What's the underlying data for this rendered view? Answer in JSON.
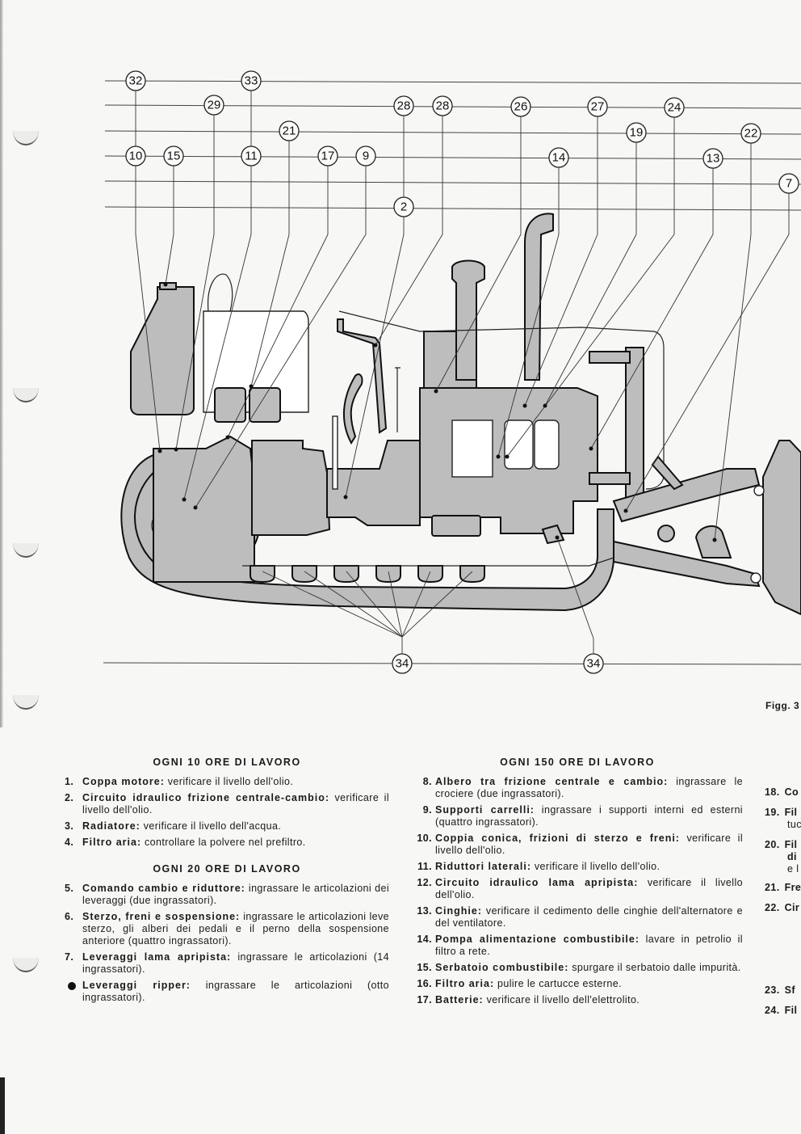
{
  "figure": {
    "label": "Figg. 3",
    "callouts": {
      "c32": "32",
      "c33": "33",
      "c29": "29",
      "c28a": "28",
      "c28b": "28",
      "c26": "26",
      "c27": "27",
      "c24": "24",
      "c21": "21",
      "c19": "19",
      "c22": "22",
      "c10": "10",
      "c15": "15",
      "c11": "11",
      "c17": "17",
      "c9": "9",
      "c14": "14",
      "c13": "13",
      "c7": "7",
      "c2": "2",
      "c34a": "34",
      "c34b": "34"
    }
  },
  "sections": {
    "h10": {
      "title": "OGNI 10 ORE DI LAVORO",
      "items": [
        {
          "num": "1.",
          "term": "Coppa motore:",
          "text": " verificare il livello dell'olio."
        },
        {
          "num": "2.",
          "term": "Circuito idraulico frizione centrale-cambio:",
          "text": " verificare il livello dell'olio."
        },
        {
          "num": "3.",
          "term": "Radiatore:",
          "text": " verificare il livello dell'acqua."
        },
        {
          "num": "4.",
          "term": "Filtro aria:",
          "text": " controllare la polvere nel prefiltro."
        }
      ]
    },
    "h20": {
      "title": "OGNI 20 ORE DI LAVORO",
      "items": [
        {
          "num": "5.",
          "term": "Comando cambio e riduttore:",
          "text": " ingrassare le articolazioni dei leveraggi (due ingrassatori)."
        },
        {
          "num": "6.",
          "term": "Sterzo, freni e sospensione:",
          "text": " ingrassare le articolazioni leve sterzo, gli alberi dei pedali e il perno della sospensione anteriore (quattro ingrassatori)."
        },
        {
          "num": "7.",
          "term": "Leveraggi lama apripista:",
          "text": " ingrassare le articolazioni (14 ingrassatori)."
        },
        {
          "num": "",
          "term": "Leveraggi ripper:",
          "text": " ingrassare le articolazioni (otto ingrassatori)."
        }
      ]
    },
    "h150": {
      "title": "OGNI 150 ORE DI LAVORO",
      "items": [
        {
          "num": "8.",
          "term": "Albero tra frizione centrale e cambio:",
          "text": " ingrassare le crociere (due ingrassatori)."
        },
        {
          "num": "9.",
          "term": "Supporti carrelli:",
          "text": " ingrassare i supporti interni ed esterni (quattro ingrassatori)."
        },
        {
          "num": "10.",
          "term": "Coppia conica, frizioni di sterzo e freni:",
          "text": " verificare il livello dell'olio."
        },
        {
          "num": "11.",
          "term": "Riduttori laterali:",
          "text": " verificare il livello dell'olio."
        },
        {
          "num": "12.",
          "term": "Circuito idraulico lama apripista:",
          "text": " verificare il livello dell'olio."
        },
        {
          "num": "13.",
          "term": "Cinghie:",
          "text": " verificare il cedimento delle cinghie dell'alternatore e del ventilatore."
        },
        {
          "num": "14.",
          "term": "Pompa alimentazione combustibile:",
          "text": " lavare in petrolio il filtro a rete."
        },
        {
          "num": "15.",
          "term": "Serbatoio combustibile:",
          "text": " spurgare il serbatoio dalle impurità."
        },
        {
          "num": "16.",
          "term": "Filtro aria:",
          "text": " pulire le cartucce esterne."
        },
        {
          "num": "17.",
          "term": "Batterie:",
          "text": " verificare il livello dell'elettrolito."
        }
      ]
    },
    "right_cut": {
      "items": [
        {
          "num": "18.",
          "term": "Co"
        },
        {
          "num": "19.",
          "term": "Fil",
          "line2": "tuc"
        },
        {
          "num": "20.",
          "term": "Fil",
          "line2": "di",
          "line3": "e l"
        },
        {
          "num": "21.",
          "term": "Fre"
        },
        {
          "num": "22.",
          "term": "Cir"
        },
        {
          "num": "23.",
          "term": "Sf"
        },
        {
          "num": "24.",
          "term": "Fil"
        }
      ]
    }
  }
}
